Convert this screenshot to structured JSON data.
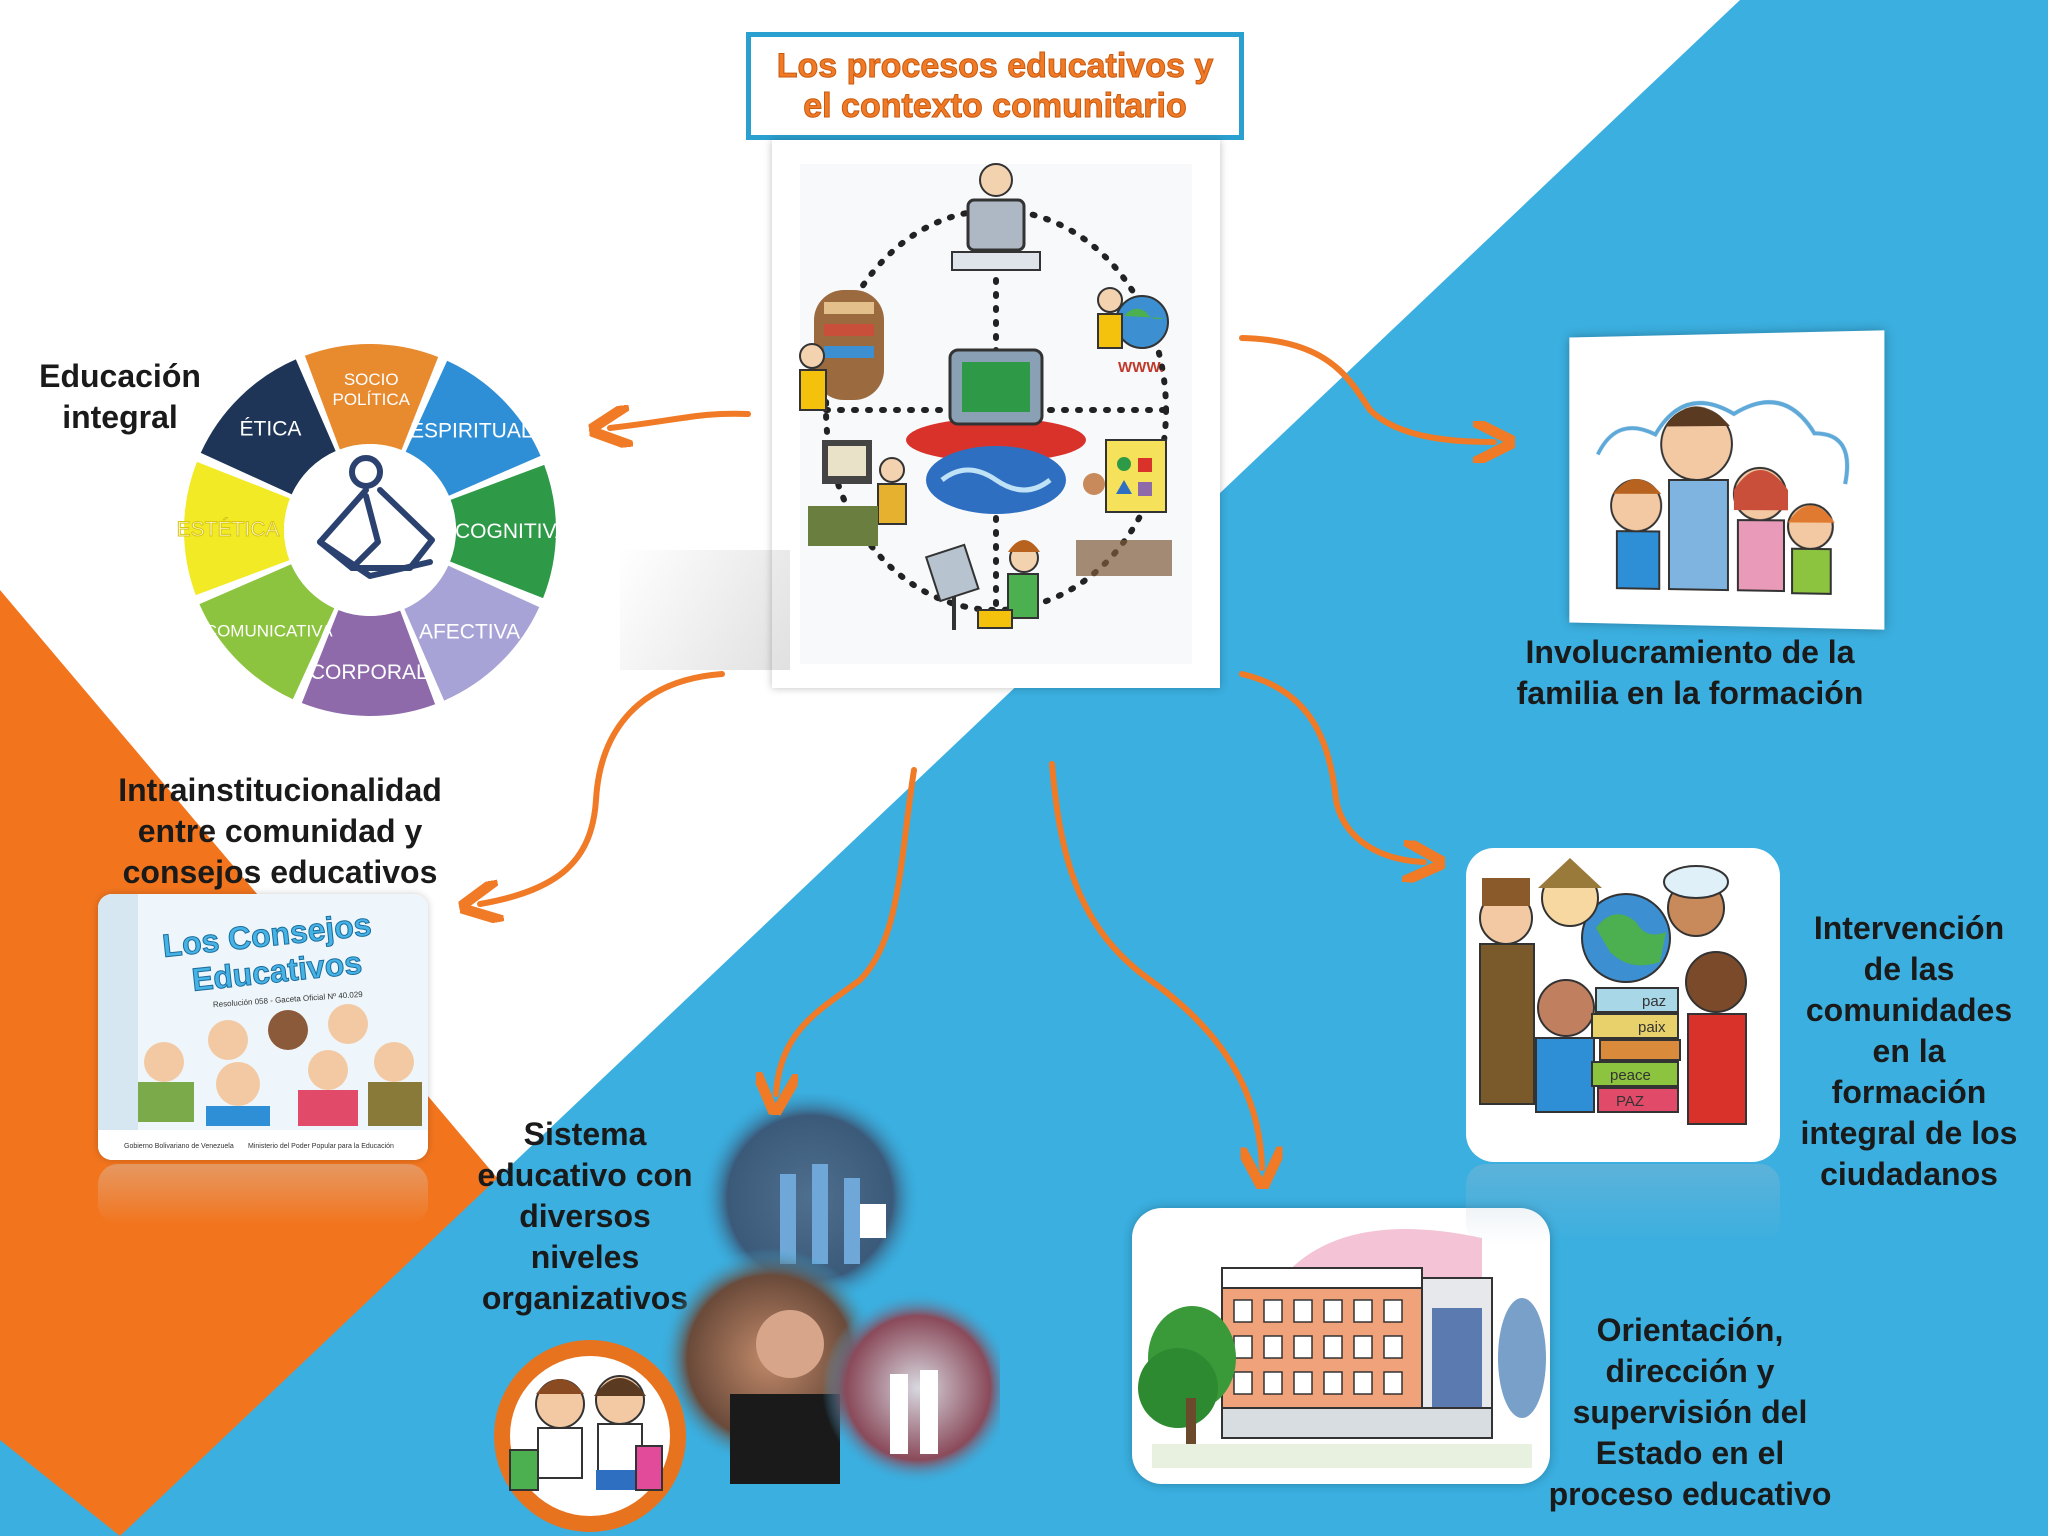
{
  "title": "Los procesos educativos y el contexto comunitario",
  "wheel": {
    "label_line1": "Educación",
    "label_line2": "integral",
    "segments": [
      "SOCIO POLÍTICA",
      "ESPIRITUAL",
      "COGNITIVA",
      "AFECTIVA",
      "CORPORAL",
      "COMUNICATIVA",
      "ESTÉTICA",
      "ÉTICA"
    ],
    "segment_colors": [
      "#e88a2e",
      "#2f8fd6",
      "#2e9a48",
      "#a7a3d6",
      "#8e6aab",
      "#8dc43f",
      "#f1ea25",
      "#1e3558"
    ]
  },
  "nodes": {
    "familia": {
      "line1": "Involucramiento de la",
      "line2": "familia en la formación"
    },
    "intra": {
      "line1": "Intrainstitucionalidad",
      "line2": "entre comunidad y",
      "line3": "consejos educativos"
    },
    "sistema": {
      "line1": "Sistema",
      "line2": "educativo con",
      "line3": "diversos",
      "line4": "niveles",
      "line5": "organizativos"
    },
    "estado": {
      "line1": "Orientación,",
      "line2": "dirección y",
      "line3": "supervisión del",
      "line4": "Estado en el",
      "line5": "proceso educativo"
    },
    "comunidades": {
      "line1": "Intervención",
      "line2": "de las",
      "line3": "comunidades",
      "line4": "en la",
      "line5": "formación",
      "line6": "integral de los",
      "line7": "ciudadanos"
    }
  },
  "consejos_book": {
    "title_line1": "Los Consejos",
    "title_line2": "Educativos",
    "subtitle": "Resolución 058 - Gaceta Oficial Nº 40.029",
    "footer_left": "Gobierno Bolivariano de Venezuela",
    "footer_right": "Ministerio del Poder Popular para la Educación"
  },
  "peace_words": [
    "paz",
    "paix",
    "peace",
    "PAZ"
  ],
  "www_text": "WWW.",
  "colors": {
    "accent_orange": "#f07a25",
    "bg_blue": "#3aafe0",
    "border_blue": "#2aa0d0"
  }
}
